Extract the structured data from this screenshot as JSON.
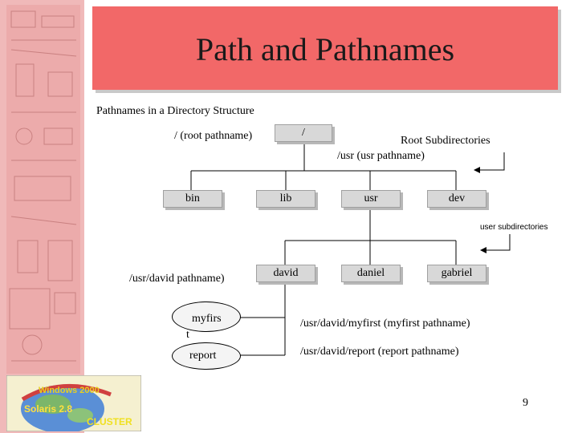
{
  "slide": {
    "title": "Path and Pathnames",
    "subtitle": "Pathnames in a Directory Structure",
    "page_number": "9"
  },
  "labels": {
    "root_pathname": "/ (root pathname)",
    "root_subdirectories": "Root Subdirectories",
    "usr_pathname": "/usr (usr pathname)",
    "user_subdirectories": "user subdirectories",
    "david_pathname": "/usr/david pathname)",
    "myfirst_pathname": "/usr/david/myfirst (myfirst pathname)",
    "report_pathname": "/usr/david/report  (report pathname)"
  },
  "tree": {
    "root": "/",
    "level1": [
      "bin",
      "lib",
      "usr",
      "dev"
    ],
    "level2": [
      "david",
      "daniel",
      "gabriel"
    ],
    "files": [
      "myfirs",
      "t",
      "report"
    ]
  },
  "logo": {
    "text1": "Windows 2000",
    "text2": "Solaris 2.8",
    "text3": "CLUSTER"
  }
}
